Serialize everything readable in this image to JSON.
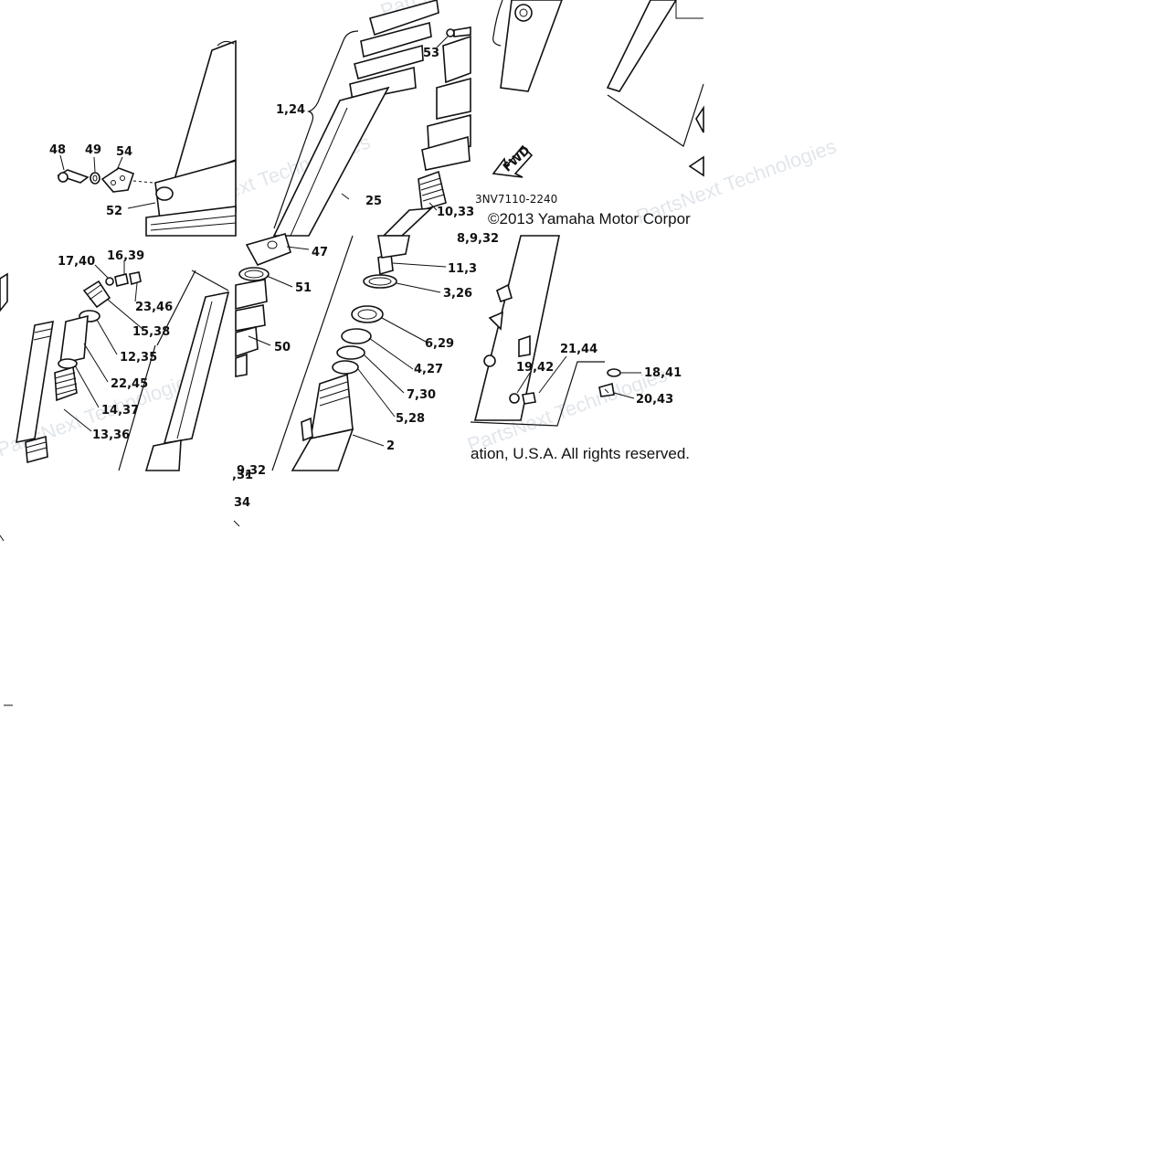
{
  "diagram": {
    "drawing_code": "3NV7110-2240",
    "copyright_head": "©2013 Yamaha Motor Corpor",
    "copyright_tail": "ation, U.S.A. All rights reserved.",
    "arrow_label": "FWD",
    "watermark": "PartsNext Technologies",
    "callouts": [
      {
        "id": "c48",
        "text": "48"
      },
      {
        "id": "c49",
        "text": "49"
      },
      {
        "id": "c54",
        "text": "54"
      },
      {
        "id": "c52",
        "text": "52"
      },
      {
        "id": "c1_24",
        "text": "1,24"
      },
      {
        "id": "c25",
        "text": "25"
      },
      {
        "id": "c53",
        "text": "53"
      },
      {
        "id": "c10_33",
        "text": "10,33"
      },
      {
        "id": "c8_9_32",
        "text": "8,9,32"
      },
      {
        "id": "c47",
        "text": "47"
      },
      {
        "id": "c51",
        "text": "51"
      },
      {
        "id": "c50",
        "text": "50"
      },
      {
        "id": "c17_40",
        "text": "17,40"
      },
      {
        "id": "c16_39",
        "text": "16,39"
      },
      {
        "id": "c23_46",
        "text": "23,46"
      },
      {
        "id": "c15_38",
        "text": "15,38"
      },
      {
        "id": "c12_35",
        "text": "12,35"
      },
      {
        "id": "c22_45",
        "text": "22,45"
      },
      {
        "id": "c14_37",
        "text": "14,37"
      },
      {
        "id": "c13_36",
        "text": "13,36"
      },
      {
        "id": "c11_3",
        "text": "11,3"
      },
      {
        "id": "c3_26",
        "text": "3,26"
      },
      {
        "id": "c6_29",
        "text": "6,29"
      },
      {
        "id": "c4_27",
        "text": "4,27"
      },
      {
        "id": "c7_30",
        "text": "7,30"
      },
      {
        "id": "c5_28",
        "text": "5,28"
      },
      {
        "id": "c2",
        "text": "2"
      },
      {
        "id": "c21_44",
        "text": "21,44"
      },
      {
        "id": "c19_42",
        "text": "19,42"
      },
      {
        "id": "c18_41",
        "text": "18,41"
      },
      {
        "id": "c20_43",
        "text": "20,43"
      },
      {
        "id": "c31",
        "text": ",31"
      },
      {
        "id": "c34",
        "text": "34"
      },
      {
        "id": "c9_32b",
        "text": "9,32"
      }
    ]
  }
}
